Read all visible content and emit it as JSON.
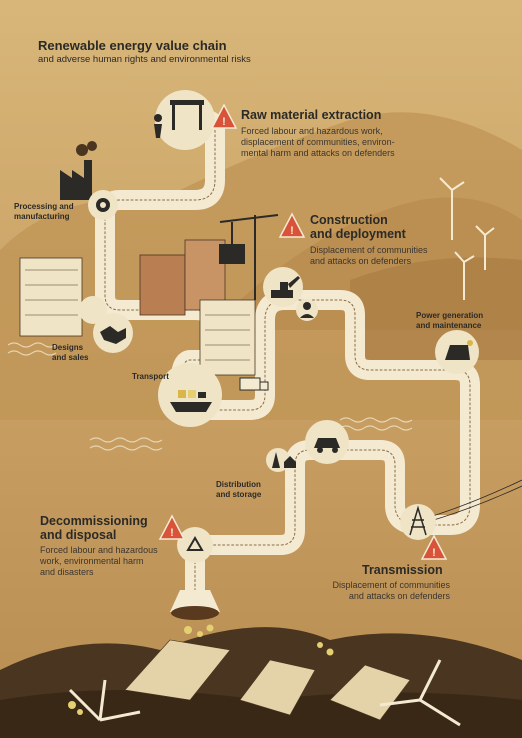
{
  "title": "Renewable energy value chain",
  "subtitle": "and adverse human rights and environmental risks",
  "stages": [
    {
      "id": "raw",
      "name": "Raw material extraction",
      "risk": "Forced labour and hazardous work,\ndisplacement of communities, environ-\nmental harm and attacks on defenders",
      "icon": "mining-icon"
    },
    {
      "id": "processing",
      "name": "Processing and\nmanufacturing",
      "icon": "factory-gear-icon"
    },
    {
      "id": "construction",
      "name": "Construction\nand deployment",
      "risk": "Displacement of communities\nand attacks on defenders",
      "icon": "crane-icon"
    },
    {
      "id": "designs",
      "name": "Designs\nand sales",
      "icon": "handshake-icon"
    },
    {
      "id": "power",
      "name": "Power generation\nand maintenance",
      "icon": "solar-panel-icon"
    },
    {
      "id": "transport",
      "name": "Transport",
      "icon": "cargo-ship-icon"
    },
    {
      "id": "distribution",
      "name": "Distribution\nand storage",
      "icon": "electric-car-icon"
    },
    {
      "id": "decommissioning",
      "name": "Decommissioning\nand disposal",
      "risk": "Forced labour and hazardous\nwork, environmental harm\nand disasters",
      "icon": "recycle-icon"
    },
    {
      "id": "transmission",
      "name": "Transmission",
      "risk": "Displacement of communities\nand attacks on defenders",
      "icon": "pylon-icon"
    }
  ],
  "colors": {
    "background": "#c9a266",
    "path": "#f4ead2",
    "node": "#efe4c6",
    "warning": "#d9533a",
    "text": "#2b2a27",
    "dark": "#4a3520"
  }
}
